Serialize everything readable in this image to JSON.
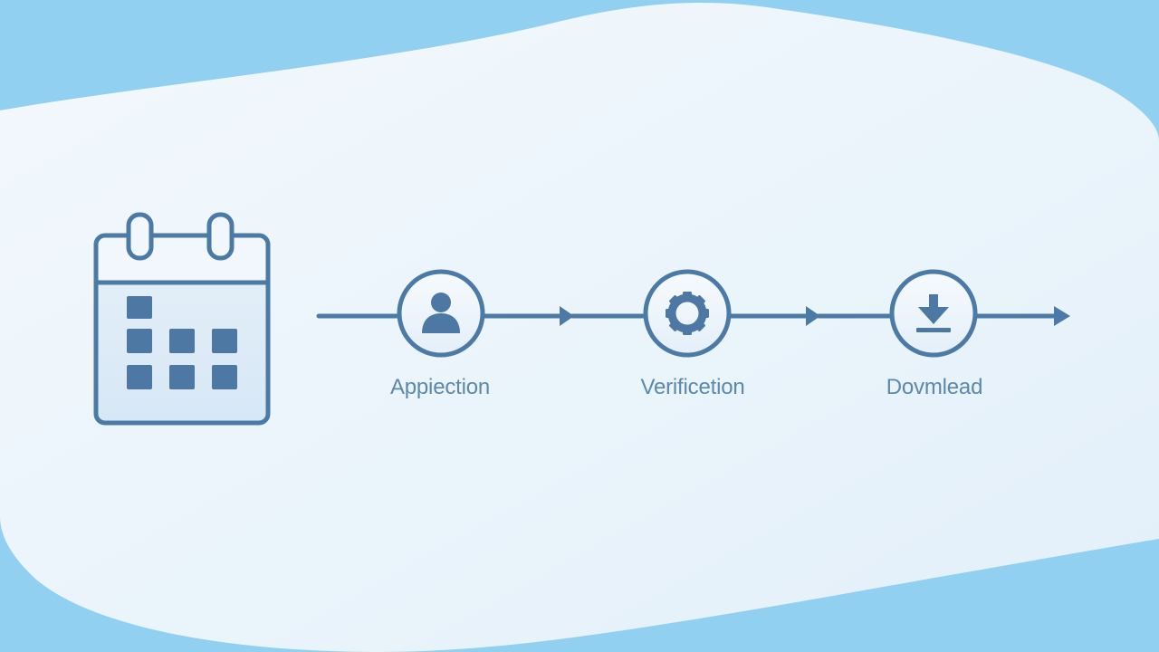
{
  "diagram": {
    "steps": [
      {
        "label": "Appiection",
        "icon": "user-icon"
      },
      {
        "label": "Verificetion",
        "icon": "gear-icon"
      },
      {
        "label": "Dovmlead",
        "icon": "download-icon"
      }
    ],
    "leading_icon": "calendar-icon"
  },
  "colors": {
    "sky": "#92d0f1",
    "blob_light": "#f2f8fd",
    "blob_mid": "#e3f0fa",
    "stroke": "#4c7aa6",
    "fill_square": "#4d78a3",
    "label": "#5c88ad"
  }
}
